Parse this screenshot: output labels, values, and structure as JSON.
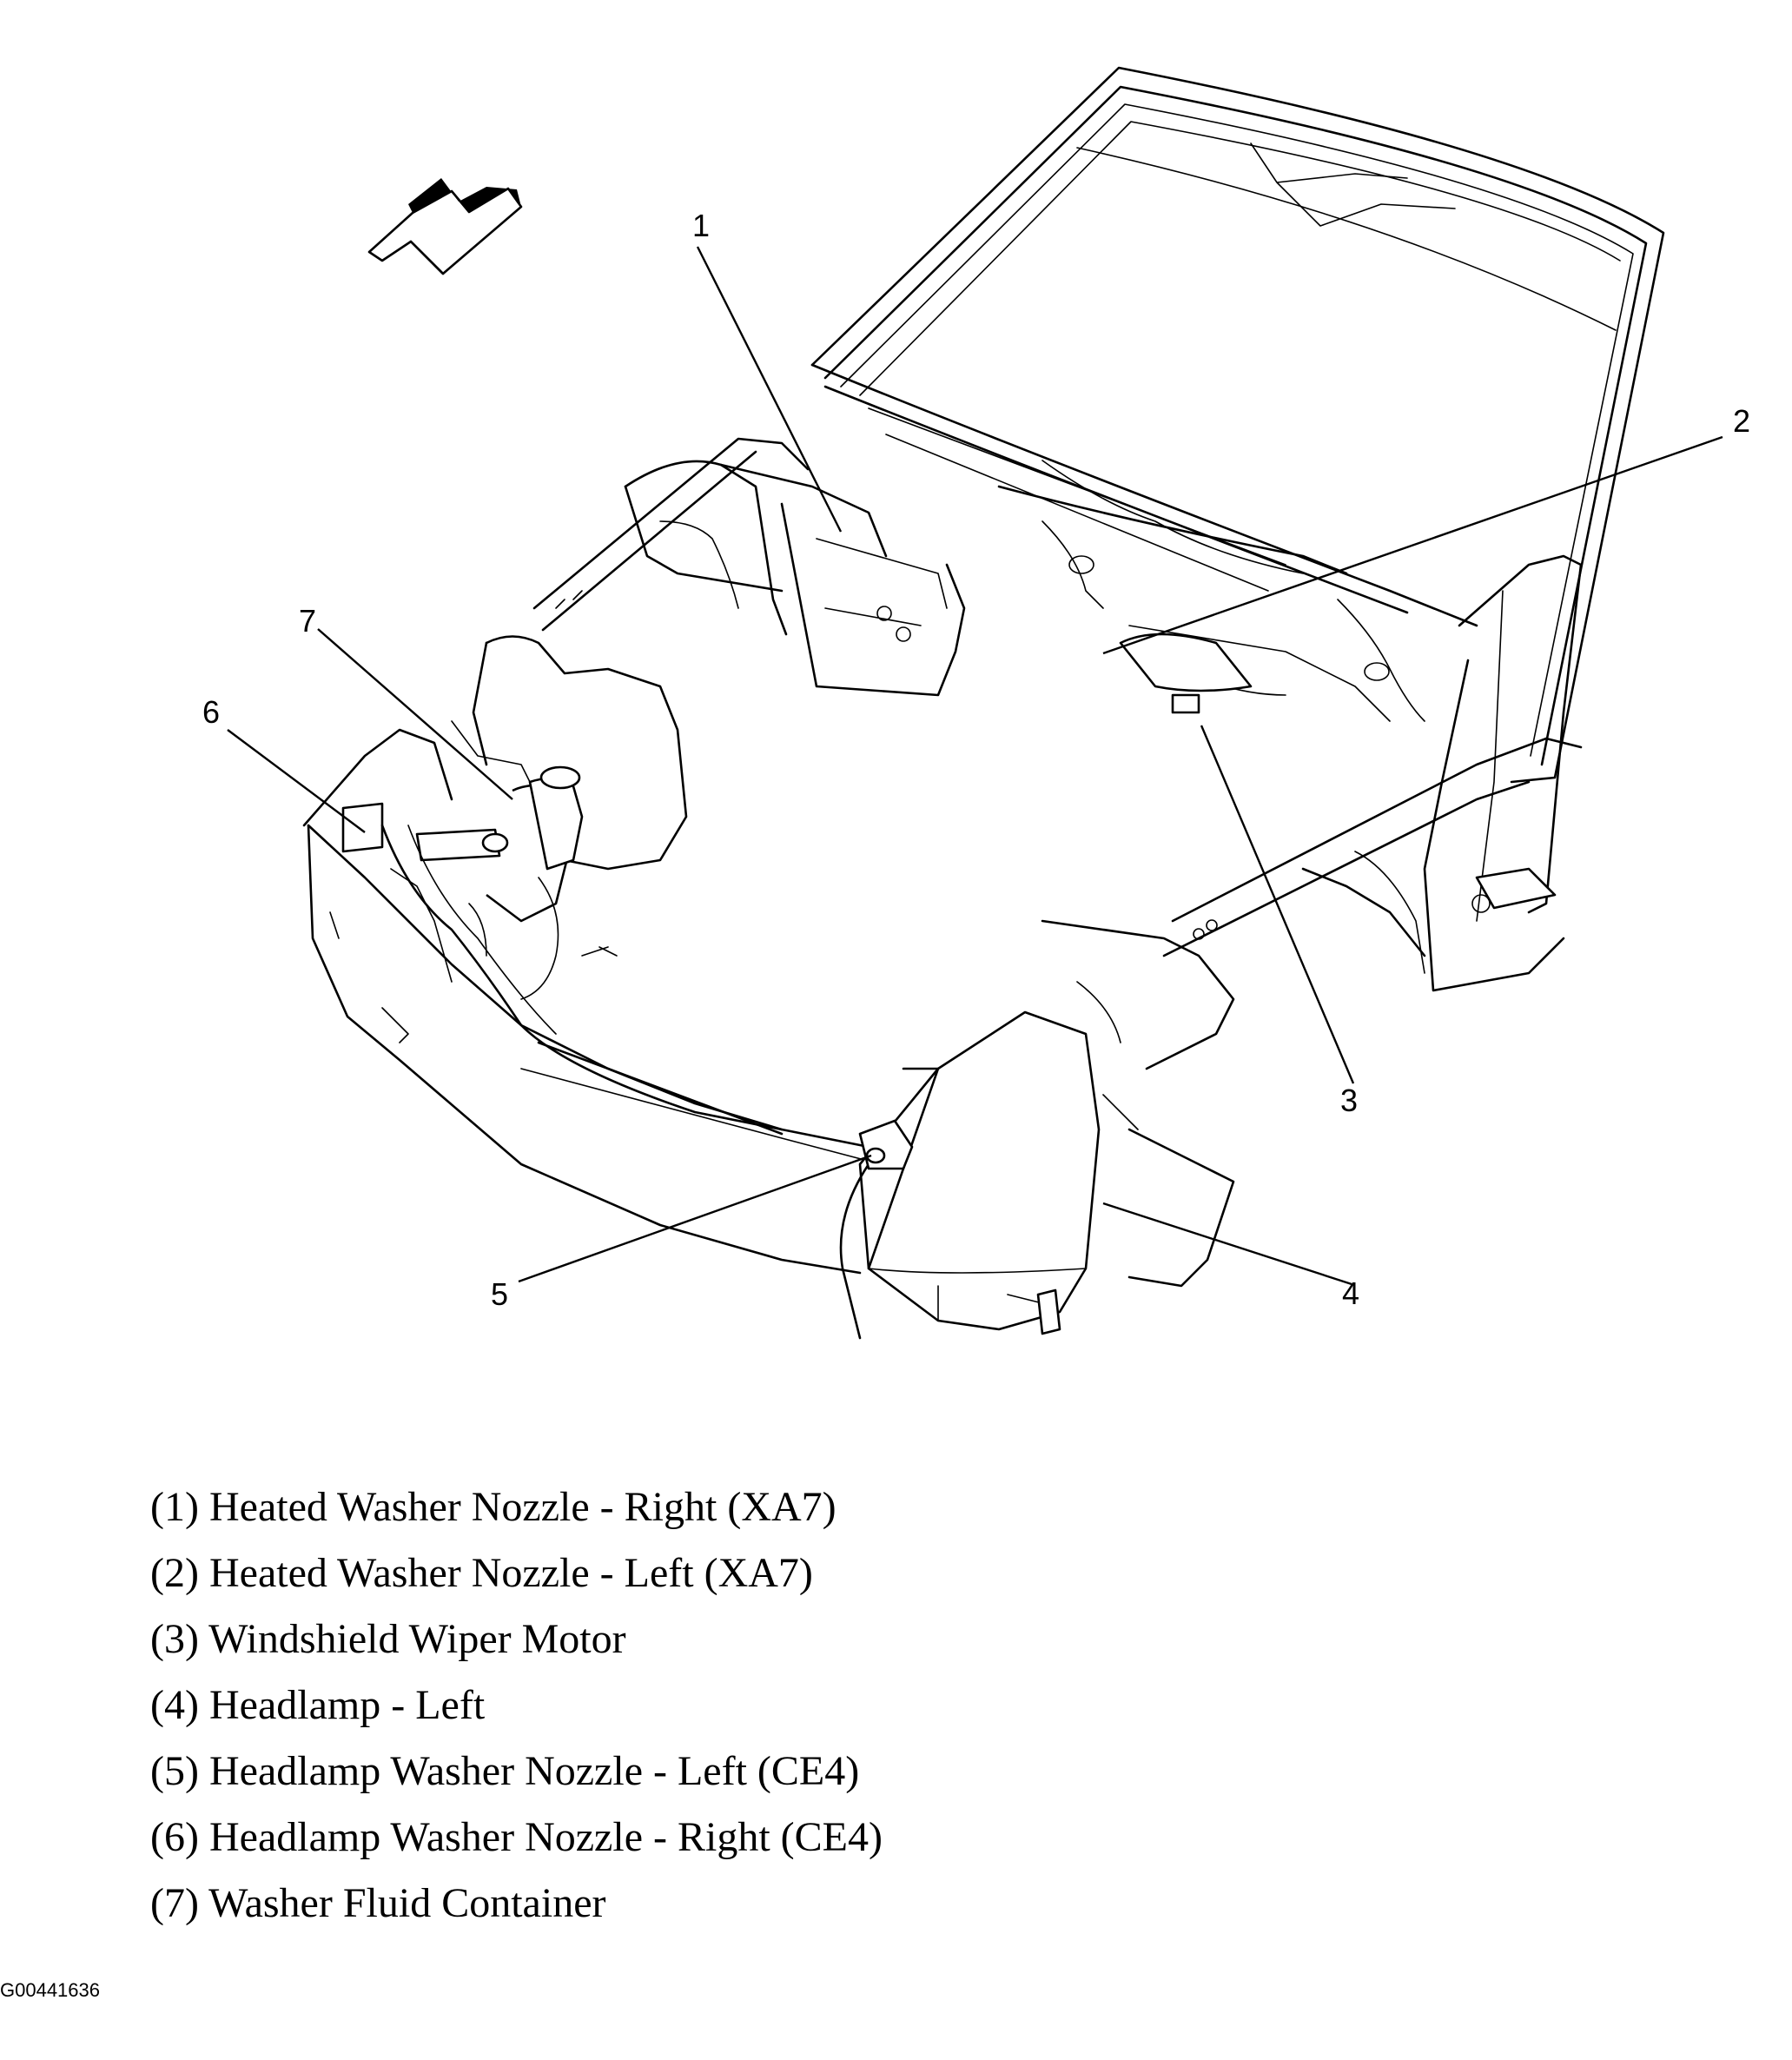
{
  "callouts": {
    "c1": "1",
    "c2": "2",
    "c3": "3",
    "c4": "4",
    "c5": "5",
    "c6": "6",
    "c7": "7"
  },
  "legend": [
    "(1) Heated Washer Nozzle - Right (XA7)",
    "(2) Heated Washer Nozzle - Left (XA7)",
    "(3) Windshield Wiper Motor",
    "(4) Headlamp - Left",
    "(5) Headlamp Washer Nozzle - Left (CE4)",
    "(6) Headlamp Washer Nozzle - Right (CE4)",
    "(7) Washer Fluid Container"
  ],
  "figure_id": "G00441636",
  "icons": {
    "direction_arrow": "forward-arrow-icon"
  },
  "colors": {
    "ink": "#000000",
    "background": "#ffffff"
  }
}
